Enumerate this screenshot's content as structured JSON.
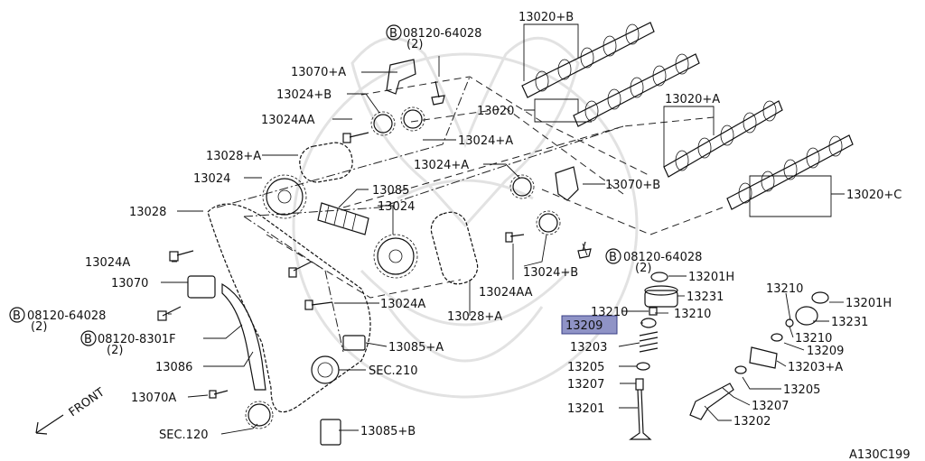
{
  "diagram": {
    "drawing_code": "A130C199",
    "front_label": "FRONT",
    "highlighted_part": "13209",
    "labels": {
      "p13020b": "13020+B",
      "bolt_top": "08120-64028",
      "qty_top": "(2)",
      "p13070a": "13070+A",
      "p13024b": "13024+B",
      "p13024aa_top": "13024AA",
      "p13020": "13020",
      "p13024a_top": "13024+A",
      "p13020a": "13020+A",
      "p13028a_top": "13028+A",
      "p13024_left": "13024",
      "p13024a_mid": "13024+A",
      "p13070b": "13070+B",
      "p13020c": "13020+C",
      "p13085": "13085",
      "p13024_mid": "13024",
      "p13028": "13028",
      "bolt_mid": "08120-64028",
      "qty_mid": "(2)",
      "p13024a_low": "13024A",
      "p13201h": "13201H",
      "p13024b_low": "13024+B",
      "p13070": "13070",
      "p13024aa_low": "13024AA",
      "p13231": "13231",
      "p13024a_chain": "13024A",
      "p13210_r": "13210",
      "p13201h_r": "13201H",
      "bolt_left": "08120-64028",
      "qty_left": "(2)",
      "p13028a_low": "13028+A",
      "p13210": "13210",
      "p13210b": "13210",
      "p13231_r": "13231",
      "p13209": "13209",
      "p13210_r2": "13210",
      "bolt_left2": "08120-8301F",
      "qty_left2": "(2)",
      "p13085a": "13085+A",
      "p13209_r": "13209",
      "p13203": "13203",
      "p13086": "13086",
      "sec210": "SEC.210",
      "p13203a": "13203+A",
      "p13205": "13205",
      "p13205_r": "13205",
      "p13070a_low": "13070A",
      "p13207": "13207",
      "p13207_r": "13207",
      "p13201": "13201",
      "p13202": "13202",
      "sec120": "SEC.120",
      "p13085b": "13085+B",
      "b_symbol": "B"
    }
  }
}
